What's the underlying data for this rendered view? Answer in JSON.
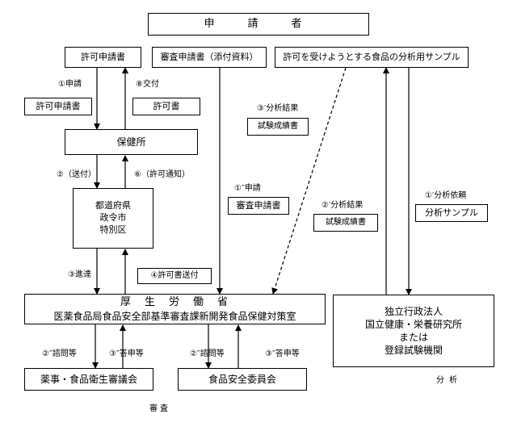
{
  "diagram": {
    "applicant": "申　請　者",
    "docs": {
      "permit_application": "許可申請書",
      "review_application": "審査申請書（添付資料）",
      "analysis_sample": "許可を受けようとする食品の分析用サンプル",
      "permit_application_label": "許可申請書",
      "permit_certificate": "許可書",
      "review_application_label": "審査申請書",
      "test_report_1": "試験成績書",
      "test_report_2": "試験成績書",
      "sample_label": "分析サンプル"
    },
    "nodes": {
      "health_center": "保健所",
      "prefecture_lines": [
        "都道府県",
        "政令市",
        "特別区"
      ],
      "mhlw_lines": [
        "厚　生　労　働　省",
        "医薬食品局食品安全部基準審査課新開発食品保健対策室"
      ],
      "institute_lines": [
        "独立行政法人",
        "国立健康・栄養研究所",
        "または",
        "登録試験機関"
      ],
      "council": "薬事・食品衛生審議会",
      "fsc": "食品安全委員会"
    },
    "steps": {
      "apply": "①申請",
      "issue": "⑧交付",
      "forward": "②（送付）",
      "notify": "⑥（許可通知）",
      "transmit": "③進達",
      "send_permit": "④許可書送付",
      "consult_1": "②″諮問等",
      "reply_1": "③″答申等",
      "consult_2": "②″諮問等",
      "reply_2": "③″答申等",
      "apply_dd": "①″申請",
      "result_1": "③′分析結果",
      "result_2": "②′分析結果",
      "request": "①′分析依頼"
    },
    "footer": {
      "review": "審査",
      "analysis": "分析"
    }
  }
}
